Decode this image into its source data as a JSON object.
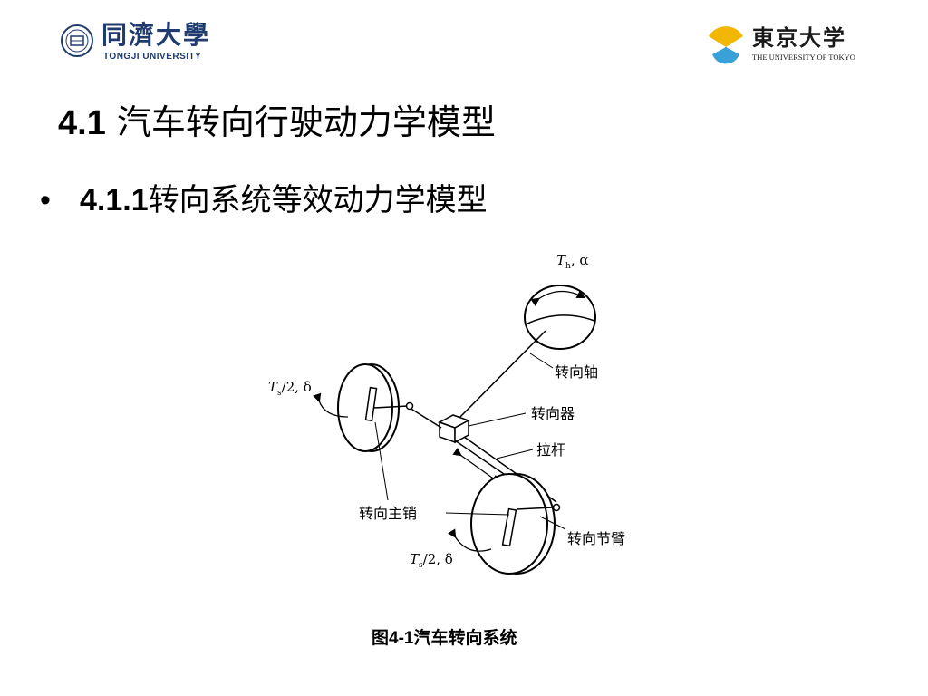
{
  "header": {
    "left_logo": {
      "name_cn": "同濟大學",
      "name_en": "TONGJI UNIVERSITY"
    },
    "right_logo": {
      "name_cn": "東京大学",
      "name_en": "THE UNIVERSITY OF TOKYO"
    }
  },
  "slide": {
    "title_number": "4.1",
    "title_text": " 汽车转向行驶动力学模型",
    "bullet": {
      "symbol": "•",
      "number": "4.1.1",
      "text": "转向系统等效动力学模型"
    }
  },
  "figure": {
    "labels": {
      "steering_wheel_torque": "T",
      "steering_wheel_torque_sub": "h",
      "steering_wheel_rest": ", α",
      "wheel_torque": "T",
      "wheel_torque_sub": "s",
      "wheel_torque_rest": "/2, δ",
      "steering_shaft": "转向轴",
      "steering_gear": "转向器",
      "tie_rod": "拉杆",
      "kingpin": "转向主销",
      "knuckle_arm": "转向节臂"
    },
    "caption_prefix": "图",
    "caption_number": "4-1",
    "caption_text": "汽车转向系统"
  },
  "colors": {
    "logo_blue": "#1f3b70",
    "ginkgo_yellow": "#f2b705",
    "ginkgo_blue": "#3aa0d8"
  }
}
